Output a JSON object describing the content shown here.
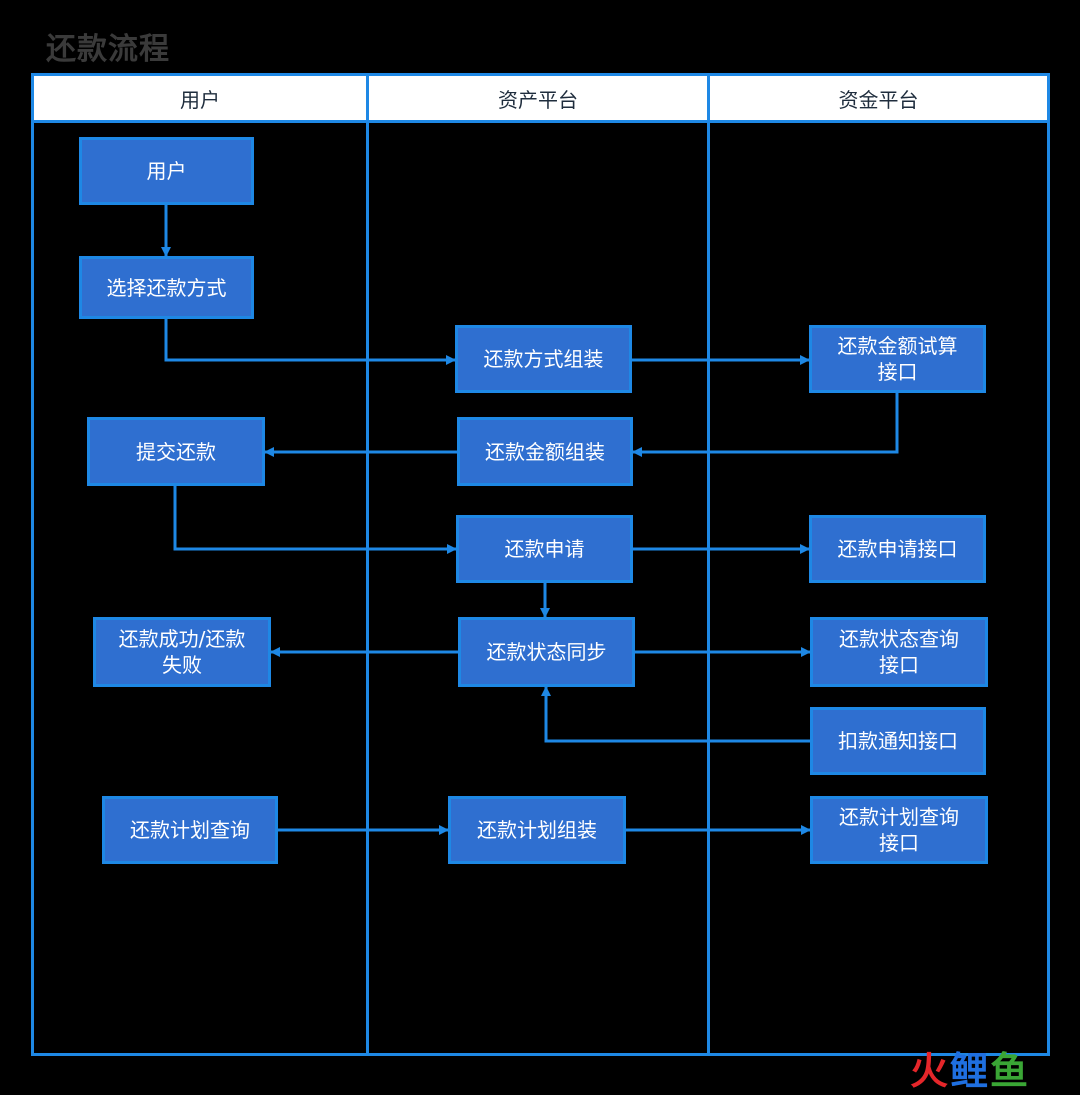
{
  "title": "还款流程",
  "colors": {
    "accent": "#1e88e5",
    "node_fill": "#2f6fd0",
    "background": "#000000"
  },
  "lanes": [
    "用户",
    "资产平台",
    "资金平台"
  ],
  "nodes": {
    "user": "用户",
    "choose_method": "选择还款方式",
    "assemble_method": "还款方式组装",
    "trial_calc_api": "还款金额试算\n接口",
    "assemble_amount": "还款金额组装",
    "submit": "提交还款",
    "apply": "还款申请",
    "apply_api": "还款申请接口",
    "status_sync": "还款状态同步",
    "result": "还款成功/还款\n失败",
    "status_query_api": "还款状态查询\n接口",
    "deduct_notify_api": "扣款通知接口",
    "plan_query": "还款计划查询",
    "assemble_plan": "还款计划组装",
    "plan_query_api": "还款计划查询\n接口"
  },
  "watermark": {
    "part1": "火",
    "part2": "鲤",
    "part3": "鱼"
  }
}
